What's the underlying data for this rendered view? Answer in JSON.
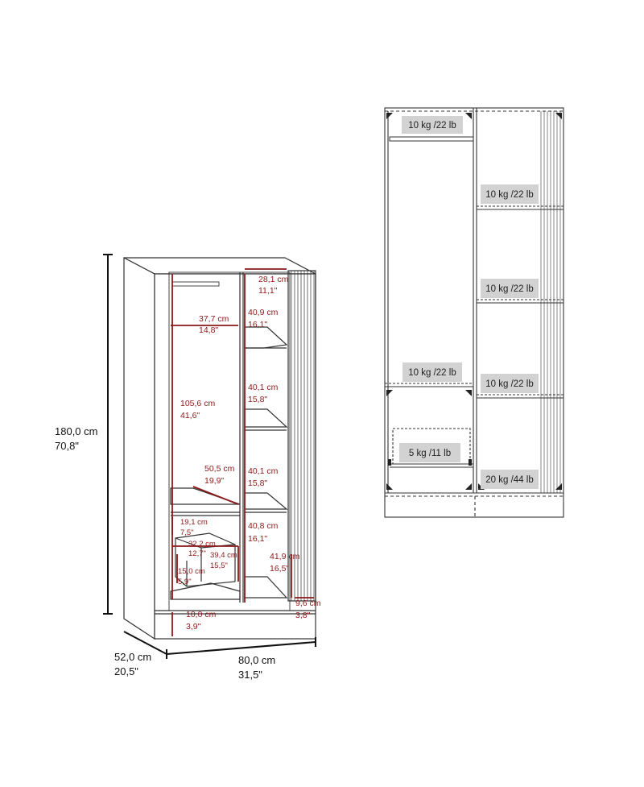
{
  "overall": {
    "height_cm": "180,0 cm",
    "height_in": "70,8\"",
    "depth_cm": "52,0 cm",
    "depth_in": "20,5\"",
    "width_cm": "80,0 cm",
    "width_in": "31,5\""
  },
  "inner": {
    "top_shelf_cm": "28,1 cm",
    "top_shelf_in": "11,1\"",
    "hang_width_cm": "37,7 cm",
    "hang_width_in": "14,8\"",
    "shelf1_cm": "40,9 cm",
    "shelf1_in": "16,1\"",
    "hang_height_cm": "105,6 cm",
    "hang_height_in": "41,6\"",
    "shelf2_cm": "40,1 cm",
    "shelf2_in": "15,8\"",
    "depth_cm": "50,5 cm",
    "depth_in": "19,9\"",
    "shelf3_cm": "40,1 cm",
    "shelf3_in": "15,8\"",
    "compartment_cm": "19,1 cm",
    "compartment_in": "7,5\"",
    "shelf4_cm": "40,8 cm",
    "shelf4_in": "16,1\"",
    "drawer_width_cm": "32,2 cm",
    "drawer_width_in": "12,7\"",
    "drawer_depth_cm": "39,4 cm",
    "drawer_depth_in": "15,5\"",
    "drawer_height_cm": "15,0 cm",
    "drawer_height_in": "5,9\"",
    "bottom_cm": "41,9 cm",
    "bottom_in": "16,5\"",
    "base_cm": "10,0 cm",
    "base_in": "3,9\"",
    "side_cm": "9,6 cm",
    "side_in": "3,8\""
  },
  "loads": {
    "rod": "10 kg /22 lb",
    "shelf_a": "10 kg /22 lb",
    "shelf_b": "10 kg /22 lb",
    "shelf_c": "10 kg /22 lb",
    "left_shelf": "10 kg /22 lb",
    "drawer": "5 kg /11 lb",
    "bottom": "20 kg /44 lb"
  },
  "colors": {
    "dimension_red": "#8c1818",
    "outline": "#333333",
    "label_bg": "#d2d2d2"
  }
}
